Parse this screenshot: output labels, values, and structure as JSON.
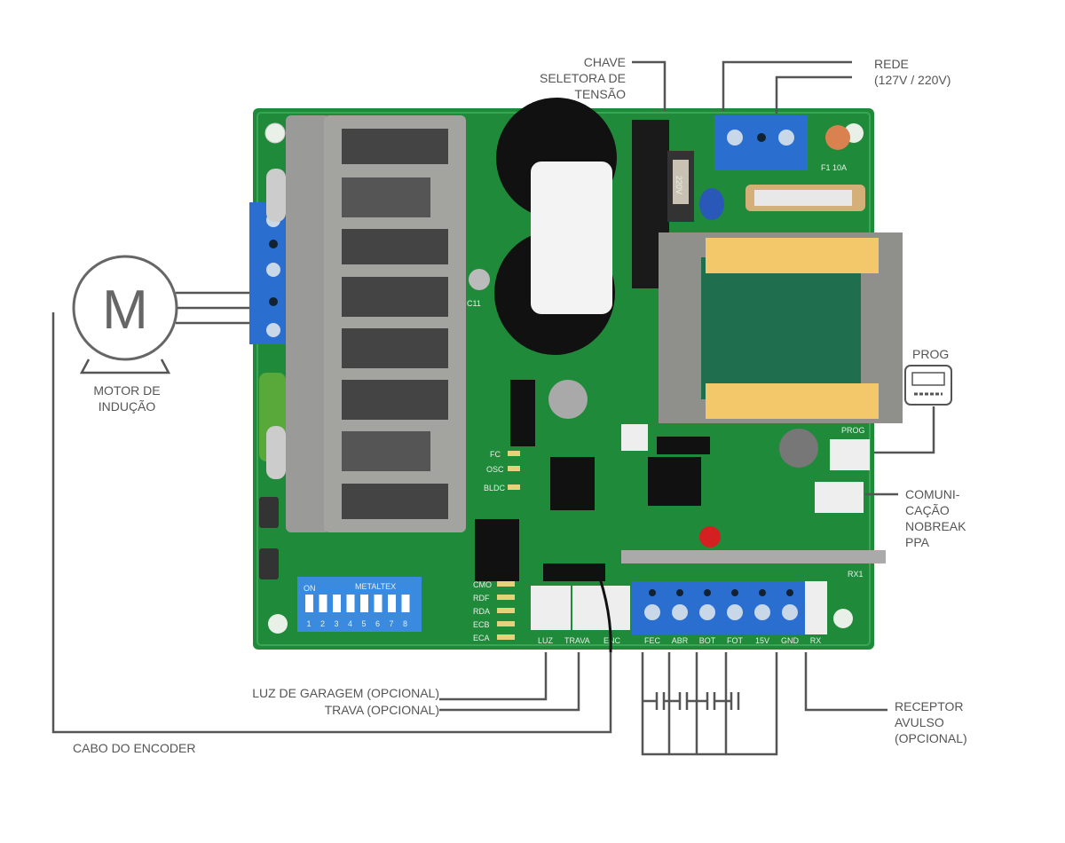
{
  "labels": {
    "chave": [
      "CHAVE",
      "SELETORA DE",
      "TENSÃO"
    ],
    "rede": [
      "REDE",
      "(127V / 220V)"
    ],
    "motor_symbol": "M",
    "motor": [
      "MOTOR DE",
      "INDUÇÃO"
    ],
    "prog": "PROG",
    "comunicacao": [
      "COMUNI-",
      "CAÇÃO",
      "NOBREAK",
      "PPA"
    ],
    "luz": "LUZ DE GARAGEM (OPCIONAL)",
    "trava": "TRAVA (OPCIONAL)",
    "encoder": "CABO DO ENCODER",
    "receptor": [
      "RECEPTOR",
      "AVULSO",
      "(OPCIONAL)"
    ]
  },
  "board": {
    "connectors_bottom": [
      "LUZ",
      "TRAVA",
      "ENC"
    ],
    "terminals": [
      "FEC",
      "ABR",
      "BOT",
      "FOT",
      "15V",
      "GND",
      "RX"
    ],
    "leds": [
      "CMO",
      "RDF",
      "RDA",
      "ECB",
      "ECA"
    ],
    "status_leds": [
      "FC",
      "OSC",
      "BLDC"
    ],
    "fuse": "F1 10A",
    "capacitor": "C11",
    "prog_header": "PROG",
    "rx_header": "RX1",
    "dip_on": "ON",
    "dip_brand": "METALTEX",
    "dip_numbers": [
      "1",
      "2",
      "3",
      "4",
      "5",
      "6",
      "7",
      "8"
    ],
    "switch_value": "220V"
  },
  "colors": {
    "pcb": "#1f8a3a",
    "terminal": "#2a6fd0",
    "heatsink": "#9a9a98",
    "line": "#555555"
  }
}
